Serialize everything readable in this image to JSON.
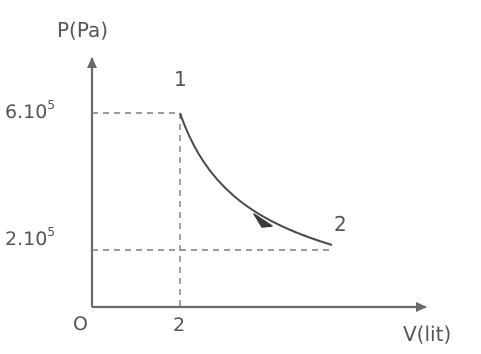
{
  "diagram": {
    "y_axis_label": "P(Pa)",
    "x_axis_label": "V(lit)",
    "origin_label": "O",
    "y_ticks": [
      {
        "base": "6.10",
        "exp": "5"
      },
      {
        "base": "2.10",
        "exp": "5"
      }
    ],
    "x_tick": "2",
    "point_labels": [
      "1",
      "2"
    ]
  },
  "colors": {
    "ink": "#555555",
    "axis": "#6a6a6a",
    "dash": "#7a7a7a",
    "curve": "#4a4a4a"
  }
}
